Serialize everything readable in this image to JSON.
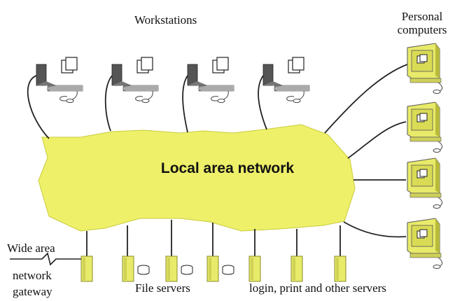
{
  "labels": {
    "workstations": "Workstations",
    "personal_computers_line1": "Personal",
    "personal_computers_line2": "computers",
    "lan": "Local area network",
    "wan_line1": "Wide area",
    "wan_line2": "network",
    "wan_line3": "gateway",
    "file_servers": "File servers",
    "other_servers": "login, print and other servers"
  },
  "icons": {
    "workstation": "workstation-icon",
    "personal_computer": "personal-computer-icon",
    "server": "server-icon",
    "disk": "disk-icon",
    "gateway_link": "lightning-link-icon"
  },
  "colors": {
    "lan_fill": "#eef06a",
    "device_fill": "#e8ea6a",
    "monitor_dark": "#555555",
    "line": "#222222"
  },
  "diagram": {
    "workstation_count": 4,
    "personal_computer_count": 4,
    "file_server_count": 3,
    "other_server_count": 3,
    "gateway_count": 1
  }
}
